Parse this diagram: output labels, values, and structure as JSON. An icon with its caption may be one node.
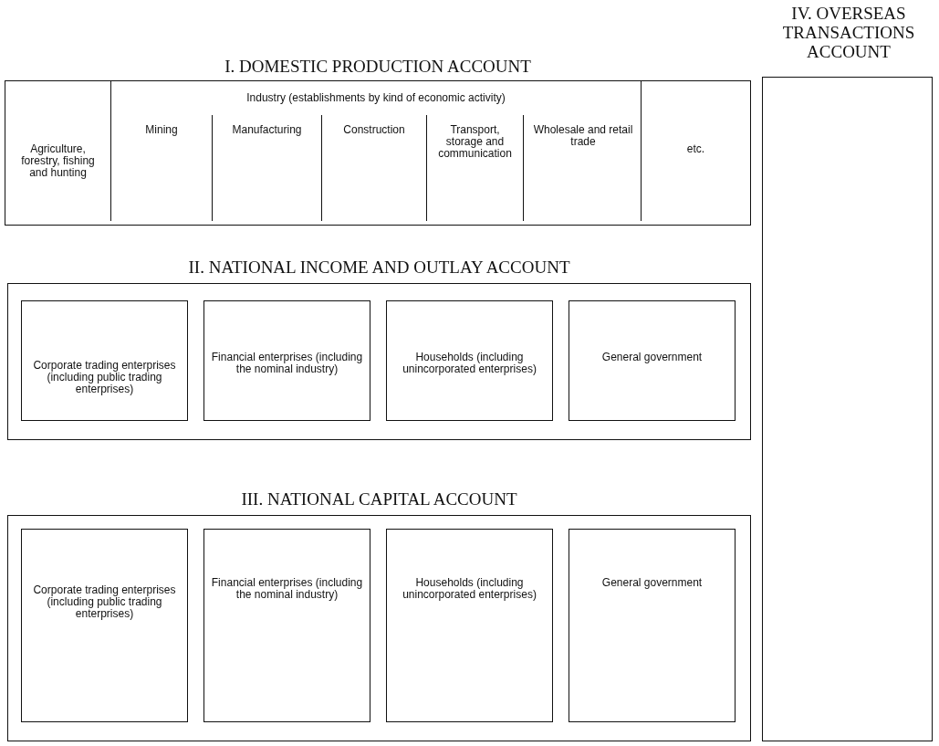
{
  "diagram": {
    "nodes": [
      {
        "text": [
          "I. DOMESTIC PRODUCTION ACCOUNT"
        ]
      },
      {
        "text": [
          "Agriculture, forestry, fishing and hunting"
        ],
        "in": 0
      },
      {
        "text": [
          "Industry (establishments by kind of economic activity)"
        ],
        "in": 0
      },
      {
        "text": [
          "Mining"
        ],
        "in": 2
      },
      {
        "text": [
          "Manufacturing"
        ],
        "in": 2
      },
      {
        "text": [
          "Construction"
        ],
        "in": 2
      },
      {
        "text": [
          "Transport, storage and communication"
        ],
        "in": 2
      },
      {
        "text": [
          "Wholesale and retail trade"
        ],
        "in": 2
      },
      {
        "text": [
          "etc."
        ],
        "in": 0
      },
      {
        "text": [
          "II. NATIONAL INCOME AND OUTLAY ACCOUNT"
        ]
      },
      {
        "text": [
          "Corporate trading enterprises (including public trading enterprises)"
        ],
        "in": 9
      },
      {
        "text": [
          "Financial enterprises (including the nominal industry)"
        ],
        "in": 9
      },
      {
        "text": [
          "Households (including unincorporated enterprises)"
        ],
        "in": 9
      },
      {
        "text": [
          "General government"
        ],
        "in": 9
      },
      {
        "text": [
          "III. NATIONAL CAPITAL ACCOUNT"
        ]
      },
      {
        "text": [
          "Corporate trading enterprises (including public trading enterprises)"
        ],
        "in": 14
      },
      {
        "text": [
          "Financial enterprises (including the nominal industry)"
        ],
        "in": 14
      },
      {
        "text": [
          "Households (including unincorporated enterprises)"
        ],
        "in": 14
      },
      {
        "text": [
          "General government"
        ],
        "in": 14
      },
      {
        "text": [
          "IV. OVERSEAS TRANSACTIONS ACCOUNT"
        ]
      }
    ],
    "edges": []
  }
}
